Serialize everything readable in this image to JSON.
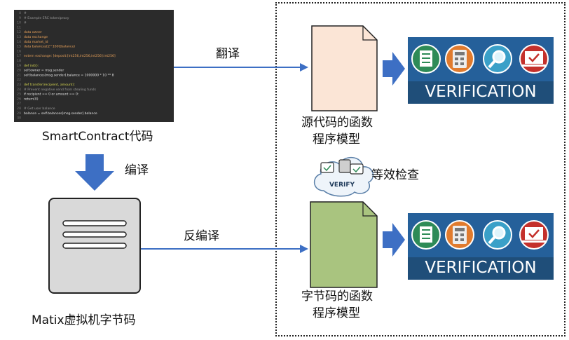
{
  "source_code": {
    "lines": [
      {
        "n": "8",
        "text": "#",
        "color": "#9a9a9a"
      },
      {
        "n": "9",
        "text": "# Example ERC token/proxy",
        "color": "#9a9a9a"
      },
      {
        "n": "10",
        "text": "#",
        "color": "#9a9a9a"
      },
      {
        "n": "11",
        "text": "",
        "color": "#e8e8e8"
      },
      {
        "n": "12",
        "text": "data owner",
        "color": "#e9a25a"
      },
      {
        "n": "13",
        "text": "data exchange",
        "color": "#e9a25a"
      },
      {
        "n": "14",
        "text": "data market_id",
        "color": "#e9a25a"
      },
      {
        "n": "15",
        "text": "data balances[2^160](balance)",
        "color": "#e9a25a"
      },
      {
        "n": "16",
        "text": "",
        "color": "#e8e8e8"
      },
      {
        "n": "17",
        "text": "extern exchange: [deposit:[int256,int256,int256]:int256]",
        "color": "#e9a25a"
      },
      {
        "n": "18",
        "text": "",
        "color": "#e8e8e8"
      },
      {
        "n": "19",
        "text": "def init():",
        "color": "#d6d650"
      },
      {
        "n": "20",
        "text": "    self.owner = msg.sender",
        "color": "#e8e8e8"
      },
      {
        "n": "21",
        "text": "    self.balances[msg.sender].balance = 1000000 * 10 ** 8",
        "color": "#e8e8e8"
      },
      {
        "n": "22",
        "text": "",
        "color": "#e8e8e8"
      },
      {
        "n": "23",
        "text": "def transfer(recipient, amount):",
        "color": "#d6d650"
      },
      {
        "n": "24",
        "text": "    # Prevent negative send from stealing funds",
        "color": "#9a9a9a"
      },
      {
        "n": "25",
        "text": "    if recipient == 0 or amount == 0:",
        "color": "#e8e8e8"
      },
      {
        "n": "26",
        "text": "        return(0)",
        "color": "#e8e8e8"
      },
      {
        "n": "27",
        "text": "",
        "color": "#e8e8e8"
      },
      {
        "n": "28",
        "text": "    # Get user balance",
        "color": "#9a9a9a"
      },
      {
        "n": "29",
        "text": "    balance = self.balances[msg.sender].balance",
        "color": "#e8e8e8"
      },
      {
        "n": "30",
        "text": "",
        "color": "#e8e8e8"
      }
    ]
  },
  "labels": {
    "smart_contract": "SmartContract代码",
    "compile": "编译",
    "matrix_bytecode": "Matix虚拟机字节码",
    "translate": "翻译",
    "decompile": "反编译",
    "source_model_line1": "源代码的函数",
    "source_model_line2": "程序模型",
    "bytecode_model_line1": "字节码的函数",
    "bytecode_model_line2": "程序模型",
    "equivalence_check": "等效检查",
    "verify_cloud": "VERIFY",
    "verification_top": "VERIFICATION",
    "verification_bottom": "VERIFICATION"
  },
  "colors": {
    "arrow_blue": "#3d6fc4",
    "source_doc_fill": "#fbe5d6",
    "bytecode_doc_fill": "#a9c47f",
    "verification_bg": "#1f4e79",
    "icon_green": "#2e8b57",
    "icon_orange": "#e07b2e",
    "icon_teal": "#3aa0c8",
    "icon_red": "#c4302b",
    "matrix_box": "#d9d9d9"
  },
  "icons": [
    "checklist-icon",
    "calculator-icon",
    "magnifier-icon",
    "monitor-check-icon",
    "document-icon",
    "server-icon",
    "cloud-icon"
  ]
}
